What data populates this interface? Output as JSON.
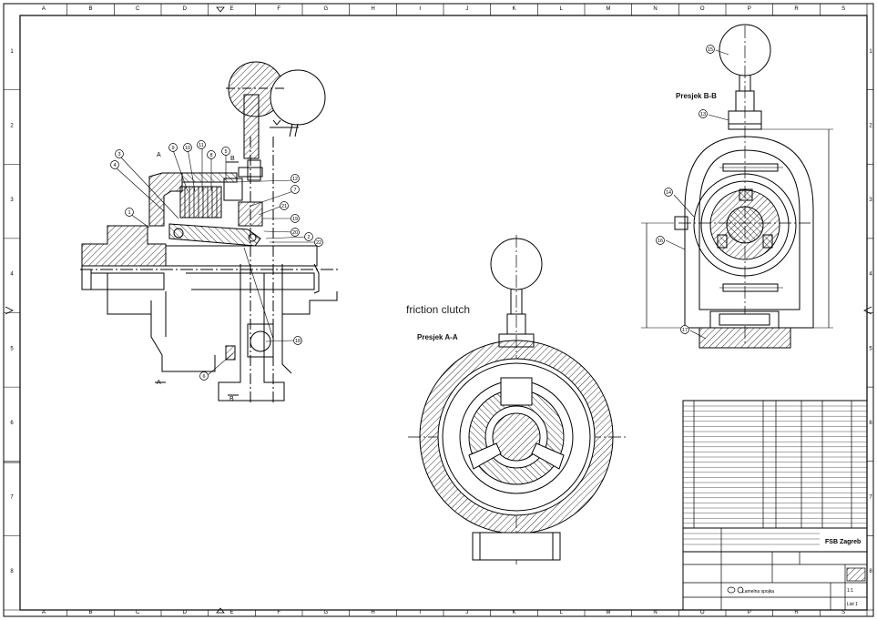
{
  "drawing": {
    "caption": "friction clutch",
    "section_aa": "Presjek A-A",
    "section_bb": "Presjek B-B",
    "cut_labels": [
      "A",
      "A",
      "B",
      "B"
    ],
    "grid_letters": [
      "A",
      "B",
      "C",
      "D",
      "E",
      "F",
      "G",
      "H",
      "I",
      "J",
      "K",
      "L",
      "M",
      "N",
      "O",
      "P",
      "R",
      "S"
    ],
    "grid_numbers": [
      "1",
      "2",
      "3",
      "4",
      "5",
      "6",
      "7",
      "8"
    ],
    "balloons": [
      "1",
      "2",
      "3",
      "4",
      "5",
      "6",
      "7",
      "8",
      "9",
      "10",
      "11",
      "12",
      "13",
      "14",
      "15",
      "16",
      "17",
      "18",
      "19",
      "20",
      "21",
      "22"
    ],
    "title_block": {
      "company": "FSB Zagreb",
      "title": "Lamelna spojka",
      "scale": "1:1",
      "sheet": "List 1"
    },
    "colors": {
      "line": "#000000",
      "paper": "#ffffff"
    }
  }
}
